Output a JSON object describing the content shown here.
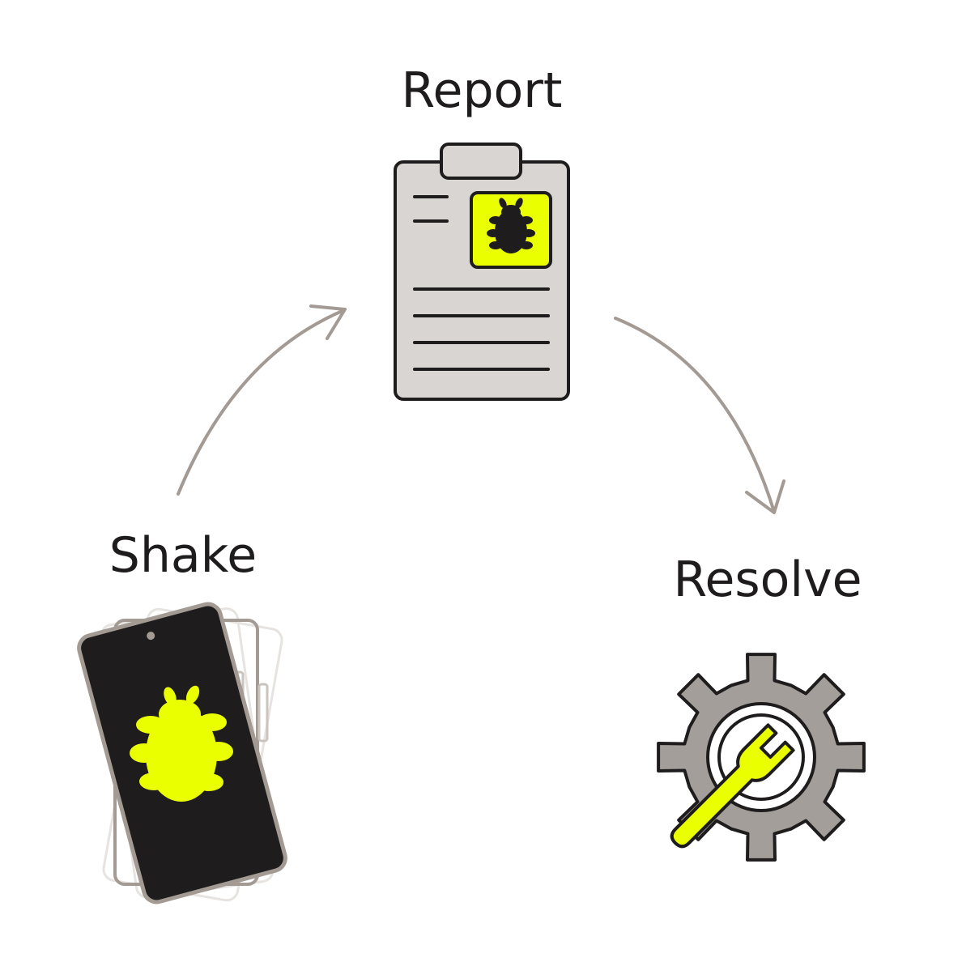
{
  "steps": {
    "report": {
      "label": "Report",
      "icon": "clipboard-bug-report-icon"
    },
    "shake": {
      "label": "Shake",
      "icon": "shaking-phone-bug-icon"
    },
    "resolve": {
      "label": "Resolve",
      "icon": "gear-wrench-icon"
    }
  },
  "colors": {
    "accent": "#eaff00",
    "ink": "#1e1c1c",
    "arrow": "#a39b93",
    "clipboard": "#d8d5d2",
    "gear": "#a39e99",
    "phone_frame": "#a39b93"
  }
}
